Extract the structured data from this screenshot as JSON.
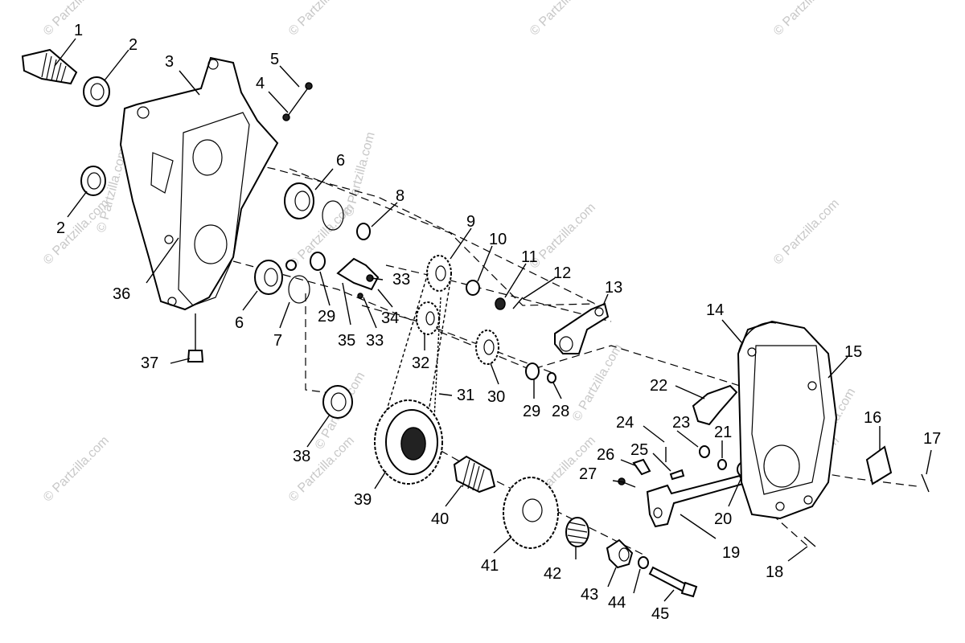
{
  "watermarks": [
    "© Partzilla.com",
    "© Partzilla.com",
    "© Partzilla.com",
    "© Partzilla.com",
    "© Partzilla.com",
    "© Partzilla.com",
    "© Partzilla.com",
    "© Partzilla.com",
    "© Partzilla.com",
    "© Partzilla.com",
    "© Partzilla.com",
    "© Partzilla.com",
    "© Partzilla.com",
    "© Partzilla.com",
    "© Partzilla.com",
    "© Partzilla.com",
    "© Partzilla.com"
  ],
  "callouts": [
    "1",
    "2",
    "3",
    "5",
    "4",
    "2",
    "6",
    "8",
    "9",
    "10",
    "11",
    "12",
    "13",
    "14",
    "15",
    "36",
    "6",
    "7",
    "29",
    "35",
    "33",
    "34",
    "33",
    "32",
    "30",
    "29",
    "28",
    "31",
    "22",
    "24",
    "23",
    "21",
    "16",
    "17",
    "37",
    "38",
    "39",
    "40",
    "26",
    "25",
    "27",
    "20",
    "41",
    "42",
    "19",
    "43",
    "44",
    "18",
    "45"
  ]
}
